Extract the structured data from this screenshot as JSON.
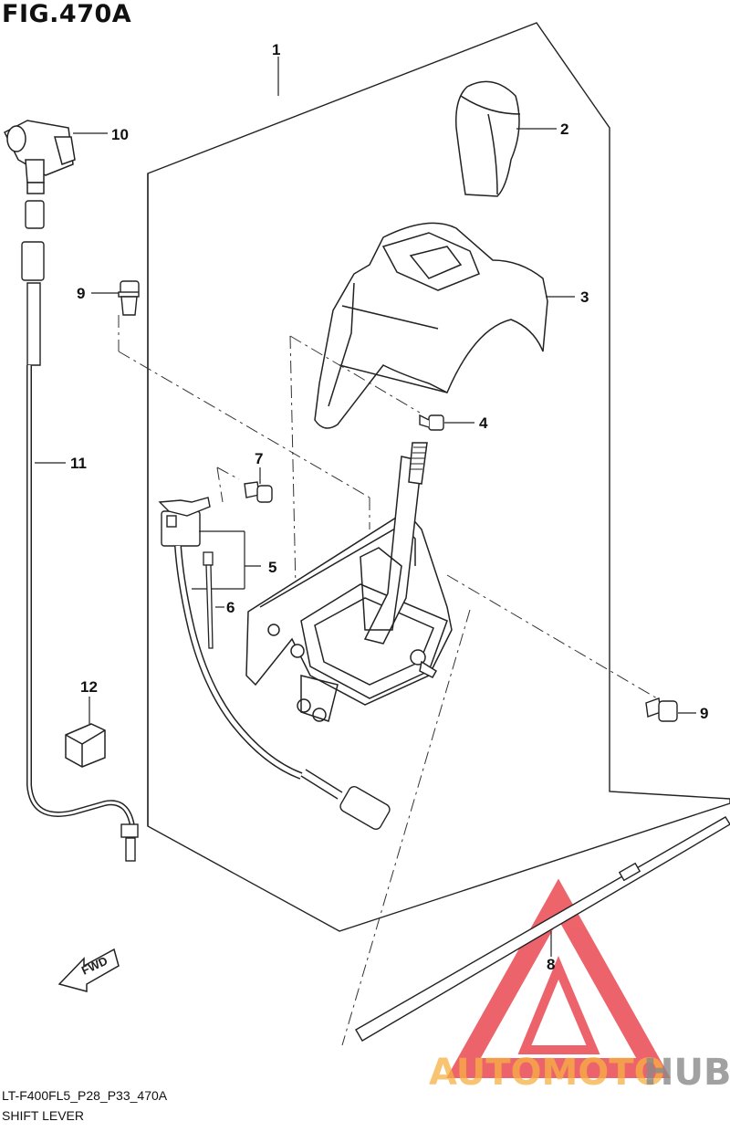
{
  "figure": {
    "title": "FIG.470A"
  },
  "callouts": [
    {
      "id": "part-1",
      "label": "1"
    },
    {
      "id": "part-2",
      "label": "2"
    },
    {
      "id": "part-3",
      "label": "3"
    },
    {
      "id": "part-4",
      "label": "4"
    },
    {
      "id": "part-5",
      "label": "5"
    },
    {
      "id": "part-6",
      "label": "6"
    },
    {
      "id": "part-7",
      "label": "7"
    },
    {
      "id": "part-8",
      "label": "8"
    },
    {
      "id": "part-9a",
      "label": "9"
    },
    {
      "id": "part-9b",
      "label": "9"
    },
    {
      "id": "part-10",
      "label": "10"
    },
    {
      "id": "part-11",
      "label": "11"
    },
    {
      "id": "part-12",
      "label": "12"
    }
  ],
  "direction_badge": {
    "text": "FWD",
    "icon": "forward-arrow-icon"
  },
  "footer": {
    "code": "LT-F400FL5_P28_P33_470A",
    "name": "SHIFT LEVER"
  },
  "watermark": {
    "part1": "AUTOMOTO",
    "part2": "HUB",
    "color1": "#f5b042",
    "color2": "#8a8a8a",
    "logo_color": "#e8303a"
  }
}
